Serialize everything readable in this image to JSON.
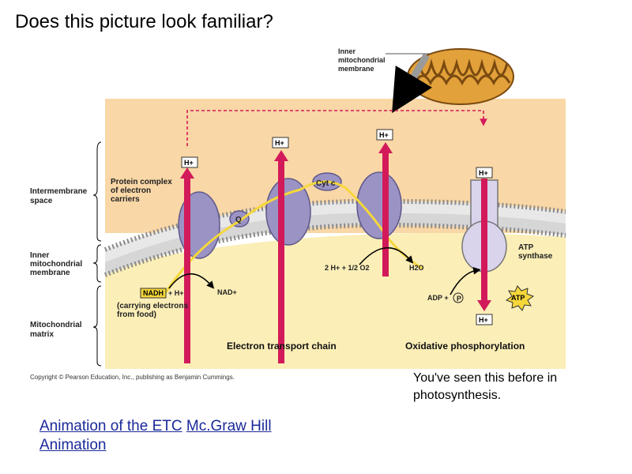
{
  "slide": {
    "title": "Does this picture look familiar?",
    "caption": "You've seen this before in photosynthesis.",
    "link_etc": "Animation of the ETC",
    "link_mcgraw": "Mc.Graw Hill Animation"
  },
  "diagram": {
    "left_labels": {
      "intermembrane": "Intermembrane space",
      "inner_membrane": "Inner mitochondrial membrane",
      "matrix": "Mitochondrial matrix"
    },
    "mito_label": "Inner mitochondrial membrane",
    "protein_complex": "Protein complex of electron carriers",
    "cyt_c": "Cyt c",
    "q": "Q",
    "h_plus": "H+",
    "nadh": "NADH",
    "plus_h": "+ H+",
    "nad": "NAD+",
    "carrying": "(carrying electrons from food)",
    "oxygen_eq": "2 H+ + 1/2 O2",
    "water": "H2O",
    "atp_synthase": "ATP synthase",
    "adp": "ADP +",
    "pi": "P",
    "atp": "ATP",
    "etc_title": "Electron transport chain",
    "oxphos_title": "Oxidative phosphorylation",
    "copyright": "Copyright © Pearson Education, Inc., publishing as Benjamin Cummings."
  }
}
